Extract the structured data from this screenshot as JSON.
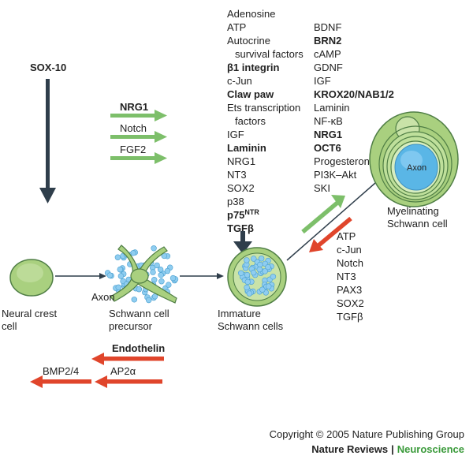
{
  "colors": {
    "green_arrow": "#7dbf6a",
    "red_arrow": "#e0452b",
    "dark_arrow": "#2f3e4b",
    "cell_green": "#a9d07f",
    "membrane": "#4f7e45",
    "axon_blue": "#5ab6e6",
    "dot_blue": "#8fcdf0",
    "neuroscience_green": "#3a9a3a"
  },
  "left": {
    "sox10": "SOX-10",
    "nrg1": "NRG1",
    "notch": "Notch",
    "fgf2": "FGF2",
    "endothelin": "Endothelin",
    "ap2": "AP2α",
    "bmp": "BMP2/4"
  },
  "factors_col1": [
    {
      "text": "Adenosine",
      "bold": false
    },
    {
      "text": "ATP",
      "bold": false
    },
    {
      "text": "Autocrine",
      "bold": false
    },
    {
      "text": "survival factors",
      "bold": false,
      "indent": true
    },
    {
      "text": "β1 integrin",
      "bold": true
    },
    {
      "text": "c-Jun",
      "bold": false
    },
    {
      "text": "Claw paw",
      "bold": true
    },
    {
      "text": "Ets transcription",
      "bold": false
    },
    {
      "text": "factors",
      "bold": false,
      "indent": true
    },
    {
      "text": "IGF",
      "bold": false
    },
    {
      "text": "Laminin",
      "bold": true
    },
    {
      "text": "NRG1",
      "bold": false
    },
    {
      "text": "NT3",
      "bold": false
    },
    {
      "text": "SOX2",
      "bold": false
    },
    {
      "text": "p38",
      "bold": false
    },
    {
      "text": "p75",
      "sup": "NTR",
      "bold": true
    },
    {
      "text": "TGFβ",
      "bold": true
    }
  ],
  "factors_col2": [
    {
      "text": "BDNF",
      "bold": false
    },
    {
      "text": "BRN2",
      "bold": true
    },
    {
      "text": "cAMP",
      "bold": false
    },
    {
      "text": "GDNF",
      "bold": false
    },
    {
      "text": "IGF",
      "bold": false
    },
    {
      "text": "KROX20/NAB1/2",
      "bold": true
    },
    {
      "text": "Laminin",
      "bold": false
    },
    {
      "text": "NF-κB",
      "bold": false
    },
    {
      "text": "NRG1",
      "bold": true
    },
    {
      "text": "OCT6",
      "bold": true
    },
    {
      "text": "Progesterone",
      "bold": false
    },
    {
      "text": "PI3K–Akt",
      "bold": false
    },
    {
      "text": "SKI",
      "bold": false
    }
  ],
  "demyelination": [
    "ATP",
    "c-Jun",
    "Notch",
    "NT3",
    "PAX3",
    "SOX2",
    "TGFβ"
  ],
  "cells": {
    "neural_crest": [
      "Neural crest",
      "cell"
    ],
    "precursor": [
      "Schwann cell",
      "precursor"
    ],
    "immature": [
      "Immature",
      "Schwann cells"
    ],
    "myelinating": [
      "Myelinating",
      "Schwann cell"
    ],
    "axon_label_precursor": "Axon",
    "axon_label_myelinating": "Axon"
  },
  "footer": {
    "copyright": "Copyright © 2005 Nature Publishing Group",
    "journal_a": "Nature Reviews",
    "separator": "|",
    "journal_b": "Neuroscience"
  }
}
